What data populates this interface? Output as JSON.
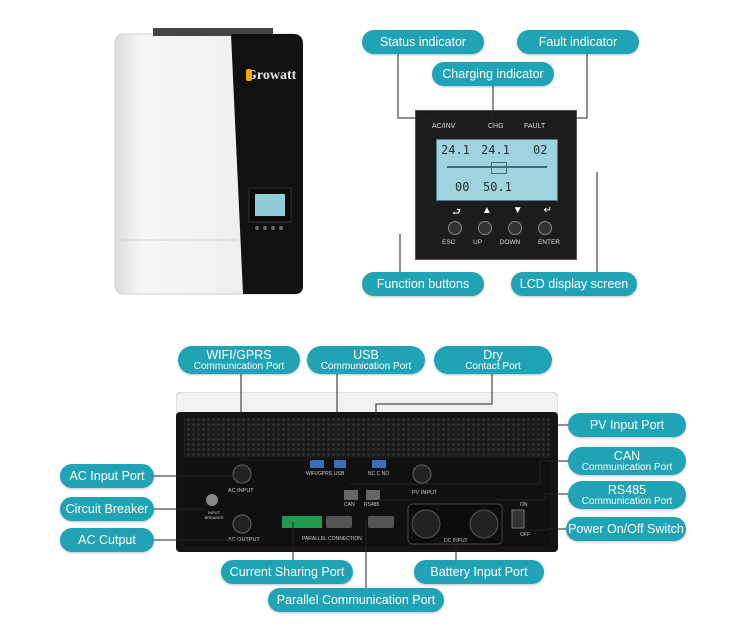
{
  "brand": "Growatt",
  "front_panel": {
    "indicators": [
      "AC/INV",
      "CHG",
      "FAULT"
    ],
    "lcd": {
      "top_left": "24.1",
      "top_mid": "24.1",
      "top_right": "02",
      "bottom_left": "00",
      "bottom_mid": "50.1"
    },
    "buttons": [
      "ESC",
      "UP",
      "DOWN",
      "ENTER"
    ]
  },
  "callouts_top": {
    "status": "Status indicator",
    "fault": "Fault indicator",
    "charging": "Charging indicator",
    "function_buttons": "Function buttons",
    "lcd": "LCD display screen"
  },
  "callouts_bottom": {
    "wifi": {
      "line1": "WIFI/GPRS",
      "line2": "Communication Port"
    },
    "usb": {
      "line1": "USB",
      "line2": "Communication Port"
    },
    "dry": {
      "line1": "Dry",
      "line2": "Contact Port"
    },
    "pv": "PV Input Port",
    "can": {
      "line1": "CAN",
      "line2": "Communication Port"
    },
    "rs485": {
      "line1": "RS485",
      "line2": "Communication Port"
    },
    "power": "Power On/Off Switch",
    "ac_input": "AC Input Port",
    "breaker": "Circuit Breaker",
    "ac_output": "AC Cutput",
    "current_sharing": "Current Sharing Port",
    "battery": "Battery Input Port",
    "parallel": "Parallel Communication Port"
  },
  "bottom_panel_labels": {
    "ac_input": "AC INPUT",
    "ac_output": "AC OUTPUT",
    "wifi": "WIFI/GPRS",
    "usb": "USB",
    "nc": "NC C NO",
    "can": "CAN",
    "rs485": "RS485",
    "pv": "PV INPUT",
    "dc": "DC INPUT",
    "parallel": "PARALLEL CONNECTION",
    "on": "ON",
    "off": "OFF",
    "breaker": "INPUT BREAKER"
  },
  "colors": {
    "accent": "#1fa3b5",
    "panel": "#1a1a1a",
    "lcd": "#9fd3e0"
  }
}
